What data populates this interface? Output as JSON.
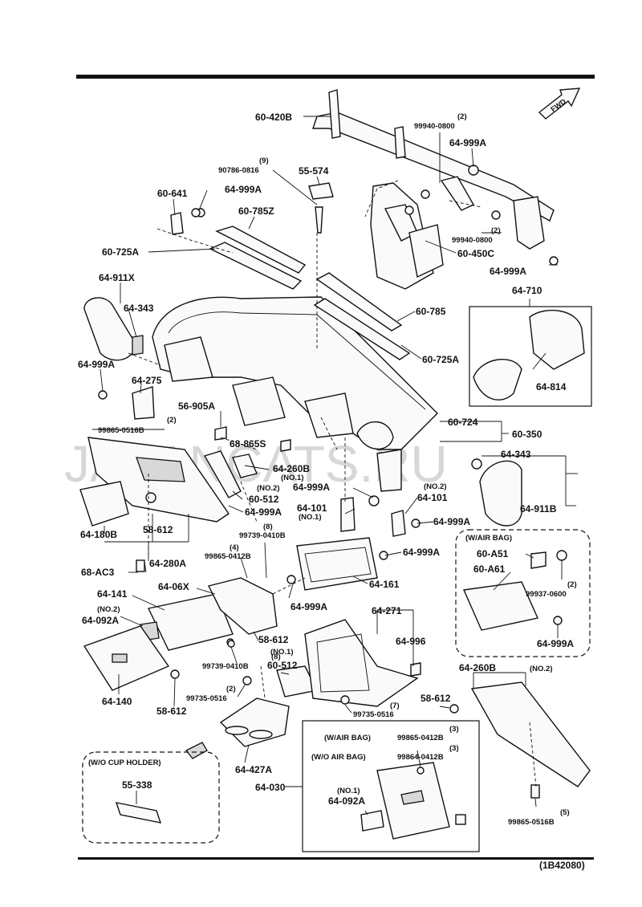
{
  "watermark": "JAPANCATS.RU",
  "fwd_label": "FWD",
  "diagram_code": "(1B42080)",
  "labels": {
    "l_60_420B": "60-420B",
    "l_99940_0800_q": "(2)",
    "l_99940_0800": "99940-0800",
    "l_64_999A_1": "64-999A",
    "l_90786_q": "(9)",
    "l_90786": "90786-0816",
    "l_55_574": "55-574",
    "l_60_641": "60-641",
    "l_64_999A_2": "64-999A",
    "l_60_785Z": "60-785Z",
    "l_99940_0800b_q": "(2)",
    "l_99940_0800b": "99940-0800",
    "l_60_725A_1": "60-725A",
    "l_60_450C": "60-450C",
    "l_64_999A_3": "64-999A",
    "l_64_710": "64-710",
    "l_64_911X_1": "64-911X",
    "l_64_343_1": "64-343",
    "l_60_785": "60-785",
    "l_60_725A_2": "60-725A",
    "l_64_999A_4": "64-999A",
    "l_64_275": "64-275",
    "l_64_814": "64-814",
    "l_56_905A": "56-905A",
    "l_99865_0516B_q": "(2)",
    "l_99865_0516B": "99865-0516B",
    "l_60_724": "60-724",
    "l_60_350": "60-350",
    "l_68_865S": "68-865S",
    "l_64_260B_1": "64-260B",
    "l_no1_a": "(NO.1)",
    "l_64_343_2": "64-343",
    "l_no2_a": "(NO.2)",
    "l_60_512_1": "60-512",
    "l_64_999A_5": "64-999A",
    "l_no2_b": "(NO.2)",
    "l_64_101_1": "64-101",
    "l_64_101_2": "64-101",
    "l_64_999A_6": "64-999A",
    "l_no1_b": "(NO.1)",
    "l_64_911B": "64-911B",
    "l_64_180B": "64-180B",
    "l_58_612_1": "58-612",
    "l_64_999A_7": "64-999A",
    "l_99739_q": "(8)",
    "l_99739_0410B_1": "99739-0410B",
    "l_64_999A_8": "64-999A",
    "l_w_air_bag": "(W/AIR BAG)",
    "l_60_A51": "60-A51",
    "l_64_280A": "64-280A",
    "l_99865_0412B_q": "(4)",
    "l_99865_0412B": "99865-0412B",
    "l_64_161": "64-161",
    "l_60_A61": "60-A61",
    "l_99937_q": "(2)",
    "l_99937_0600": "99937-0600",
    "l_68_AC3": "68-AC3",
    "l_64_06X": "64-06X",
    "l_64_999A_9": "64-999A",
    "l_64_141": "64-141",
    "l_no2_c": "(NO.2)",
    "l_64_092A_1": "64-092A",
    "l_64_271": "64-271",
    "l_64_996": "64-996",
    "l_64_999A_10": "64-999A",
    "l_58_612_2": "58-612",
    "l_99739_0410B_2": "99739-0410B",
    "l_q8_b": "(8)",
    "l_60_512_2": "60-512",
    "l_64_140": "64-140",
    "l_64_260B_2": "64-260B",
    "l_no2_d": "(NO.2)",
    "l_99735_q": "(2)",
    "l_99735_0516_1": "99735-0516",
    "l_58_612_3": "58-612",
    "l_58_612_4": "58-612",
    "l_q7": "(7)",
    "l_99735_0516_2": "99735-0516",
    "l_w_air_bag_2": "(W/AIR BAG)",
    "l_99865_0412B_2": "99865-0412B",
    "l_q3_a": "(3)",
    "l_wo_air_bag": "(W/O AIR BAG)",
    "l_99864_0412B": "99864-0412B",
    "l_q3_b": "(3)",
    "l_wo_cup_holder": "(W/O CUP HOLDER)",
    "l_64_427A": "64-427A",
    "l_55_338": "55-338",
    "l_64_030": "64-030",
    "l_no1_c": "(NO.1)",
    "l_64_092A_2": "64-092A",
    "l_q5": "(5)",
    "l_99865_0516B_2": "99865-0516B",
    "l_no1_d": "(NO.1)"
  }
}
